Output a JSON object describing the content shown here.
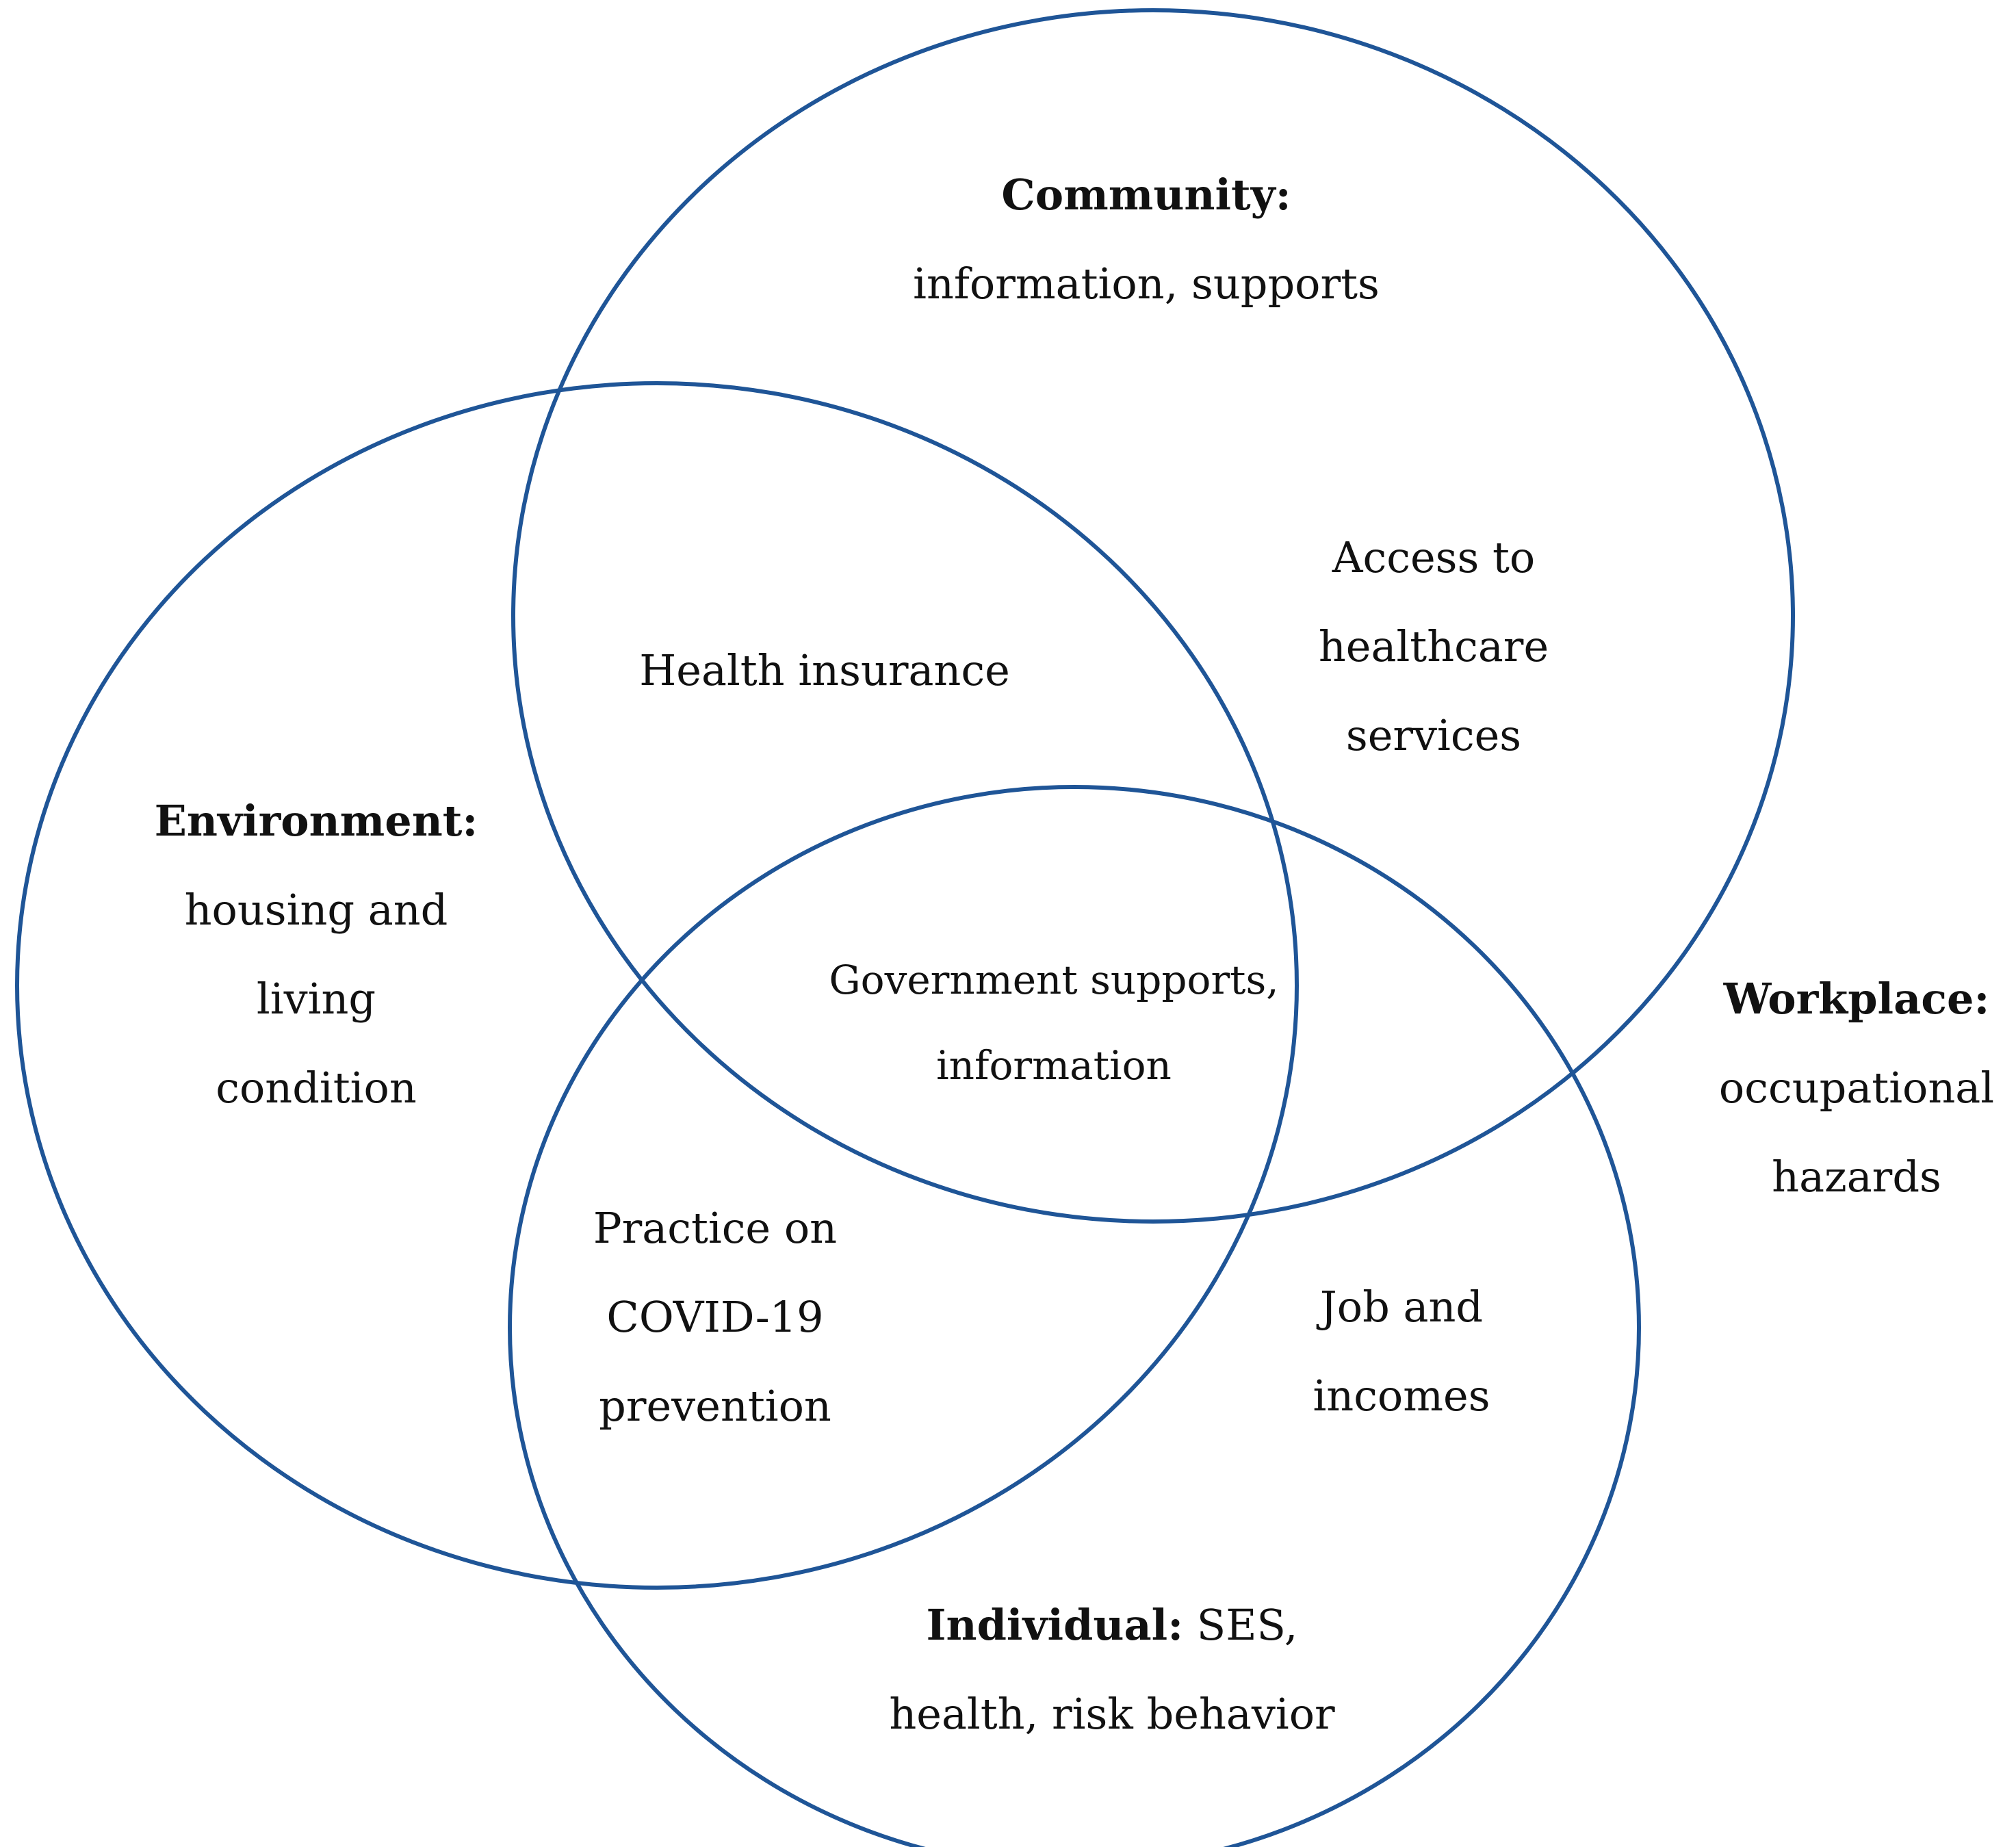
{
  "colors": {
    "ring_stroke": "#1f5597",
    "text": "#111111",
    "background": "#ffffff"
  },
  "circles": [
    {
      "id": "community",
      "name": "Community"
    },
    {
      "id": "environment",
      "name": "Environment"
    },
    {
      "id": "individual",
      "name": "Individual"
    }
  ],
  "labels": {
    "community_title": "Community:",
    "community_body": "information, supports",
    "environment_title": "Environment:",
    "environment_line1": "housing and",
    "environment_line2": "living",
    "environment_line3": "condition",
    "workplace_title": "Workplace:",
    "workplace_line1": "occupational",
    "workplace_line2": "hazards",
    "individual_title": "Individual:",
    "individual_rest": " SES,",
    "individual_line2": "health, risk behavior",
    "health_insurance": "Health insurance",
    "access_line1": "Access to",
    "access_line2": "healthcare",
    "access_line3": "services",
    "gov_line1": "Government supports,",
    "gov_line2": "information",
    "practice_line1": "Practice on",
    "practice_line2": "COVID-19",
    "practice_line3": "prevention",
    "job_line1": "Job and",
    "job_line2": "incomes"
  }
}
